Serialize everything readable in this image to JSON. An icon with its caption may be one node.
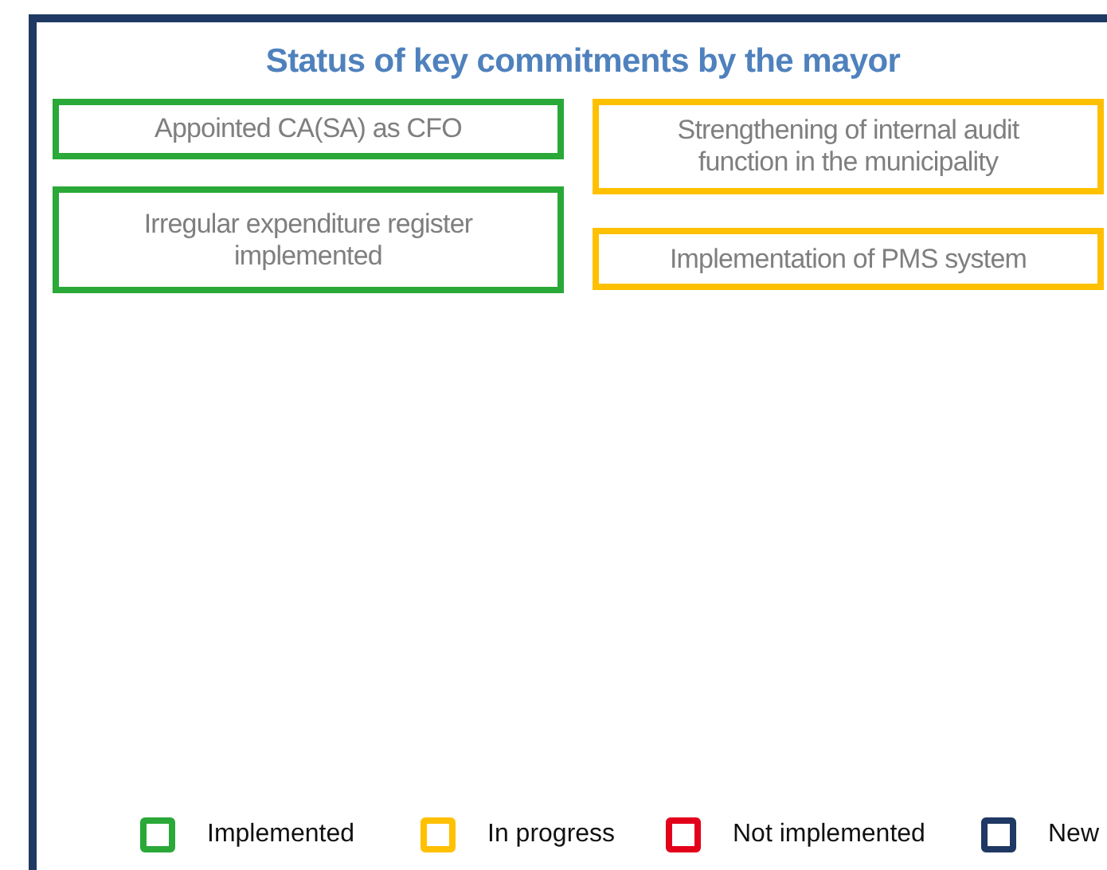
{
  "diagram": {
    "title": "Status of key commitments by the mayor",
    "nodes": [
      {
        "text": [
          "Appointed CA(SA) as CFO"
        ]
      },
      {
        "text": [
          "Strengthening of internal audit function in the municipality"
        ]
      },
      {
        "text": [
          "Irregular expenditure register implemented"
        ]
      },
      {
        "text": [
          "Implementation of PMS system"
        ]
      }
    ],
    "legend": [
      {
        "text": "Implemented",
        "color": "#2aa838"
      },
      {
        "text": "In progress",
        "color": "#ffc000"
      },
      {
        "text": "Not implemented",
        "color": "#e2001a"
      },
      {
        "text": "New",
        "color": "#1f3864"
      }
    ]
  }
}
